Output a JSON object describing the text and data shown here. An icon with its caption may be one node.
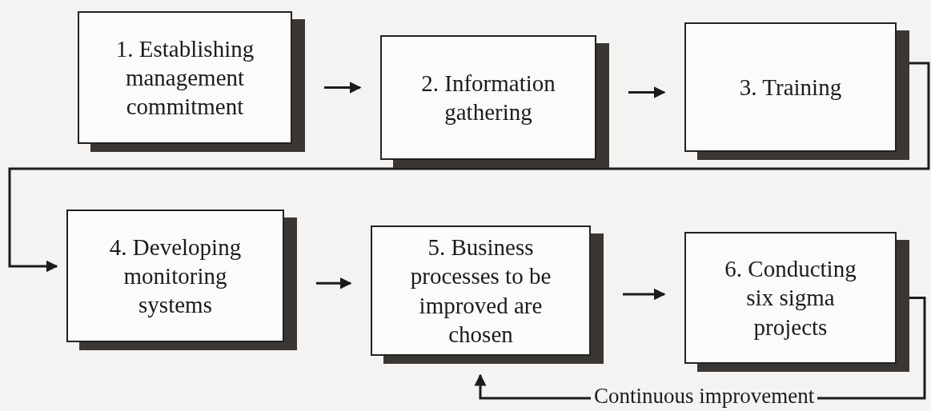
{
  "diagram": {
    "nodes": [
      {
        "text": [
          "1. Establishing management commitment"
        ]
      },
      {
        "text": [
          "2. Information gathering"
        ]
      },
      {
        "text": [
          "3. Training"
        ]
      },
      {
        "text": [
          "4. Developing monitoring systems"
        ]
      },
      {
        "text": [
          "5. Business processes to be improved are chosen"
        ]
      },
      {
        "text": [
          "6. Conducting six sigma projects"
        ]
      }
    ],
    "edges": [
      {
        "from": 0,
        "to": 1,
        "arrow": "to"
      },
      {
        "from": 1,
        "to": 2,
        "arrow": "to"
      },
      {
        "from": 2,
        "to": 3,
        "arrow": "to"
      },
      {
        "from": 3,
        "to": 4,
        "arrow": "to"
      },
      {
        "from": 4,
        "to": 5,
        "arrow": "to"
      },
      {
        "from": 5,
        "to": 4,
        "arrow": "to",
        "label": "Continuous improvement"
      }
    ]
  }
}
